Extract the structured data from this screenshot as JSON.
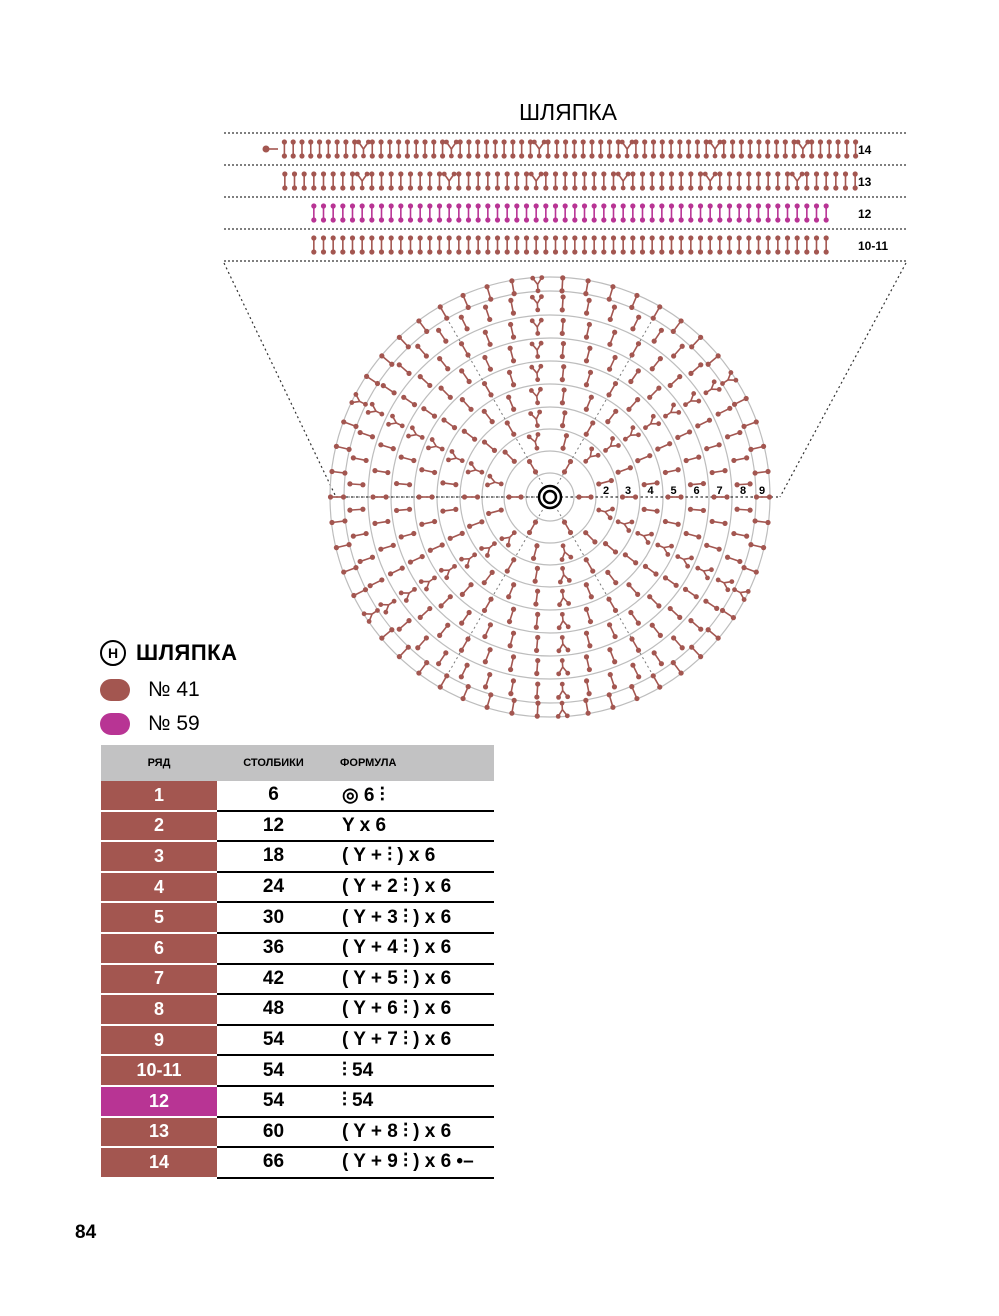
{
  "title": "ШЛЯПКА",
  "colors": {
    "main": "#a35650",
    "accent": "#b83494",
    "grid": "#bdbdbd"
  },
  "strip_rows": [
    {
      "label": "14",
      "count": 66,
      "color": "main",
      "increase_every": 10
    },
    {
      "label": "13",
      "count": 60,
      "color": "main",
      "increase_every": 9
    },
    {
      "label": "12",
      "count": 54,
      "color": "accent",
      "increase_every": 0
    },
    {
      "label": "10-11",
      "count": 54,
      "color": "main",
      "increase_every": 0
    }
  ],
  "circle_rounds": [
    {
      "label": "1"
    },
    {
      "label": "2"
    },
    {
      "label": "3"
    },
    {
      "label": "4"
    },
    {
      "label": "5"
    },
    {
      "label": "6"
    },
    {
      "label": "7"
    },
    {
      "label": "8"
    },
    {
      "label": "9"
    }
  ],
  "legend": {
    "badge": "Н",
    "title": "ШЛЯПКА",
    "items": [
      {
        "label": "№ 41",
        "color": "#a35650"
      },
      {
        "label": "№ 59",
        "color": "#b83494"
      }
    ]
  },
  "table": {
    "headers": [
      "РЯД",
      "СТОЛБИКИ",
      "ФОРМУЛА"
    ],
    "rows": [
      {
        "row": "1",
        "stitches": "6",
        "formula": "◎ 6 ⫶",
        "color": "#a35650"
      },
      {
        "row": "2",
        "stitches": "12",
        "formula": "Y x 6",
        "color": "#a35650"
      },
      {
        "row": "3",
        "stitches": "18",
        "formula": "( Y + ⫶ ) x 6",
        "color": "#a35650"
      },
      {
        "row": "4",
        "stitches": "24",
        "formula": "( Y + 2 ⫶ ) x 6",
        "color": "#a35650"
      },
      {
        "row": "5",
        "stitches": "30",
        "formula": "( Y + 3 ⫶ ) x 6",
        "color": "#a35650"
      },
      {
        "row": "6",
        "stitches": "36",
        "formula": "( Y + 4 ⫶ ) x 6",
        "color": "#a35650"
      },
      {
        "row": "7",
        "stitches": "42",
        "formula": "( Y + 5 ⫶ ) x 6",
        "color": "#a35650"
      },
      {
        "row": "8",
        "stitches": "48",
        "formula": "( Y + 6 ⫶ ) x 6",
        "color": "#a35650"
      },
      {
        "row": "9",
        "stitches": "54",
        "formula": "( Y + 7 ⫶ ) x 6",
        "color": "#a35650"
      },
      {
        "row": "10-11",
        "stitches": "54",
        "formula": "⫶ 54",
        "color": "#a35650"
      },
      {
        "row": "12",
        "stitches": "54",
        "formula": "⫶ 54",
        "color": "#b83494"
      },
      {
        "row": "13",
        "stitches": "60",
        "formula": "( Y + 8 ⫶ ) x 6",
        "color": "#a35650"
      },
      {
        "row": "14",
        "stitches": "66",
        "formula": "( Y + 9 ⫶ ) x 6 •–",
        "color": "#a35650"
      }
    ]
  },
  "page_number": "84"
}
